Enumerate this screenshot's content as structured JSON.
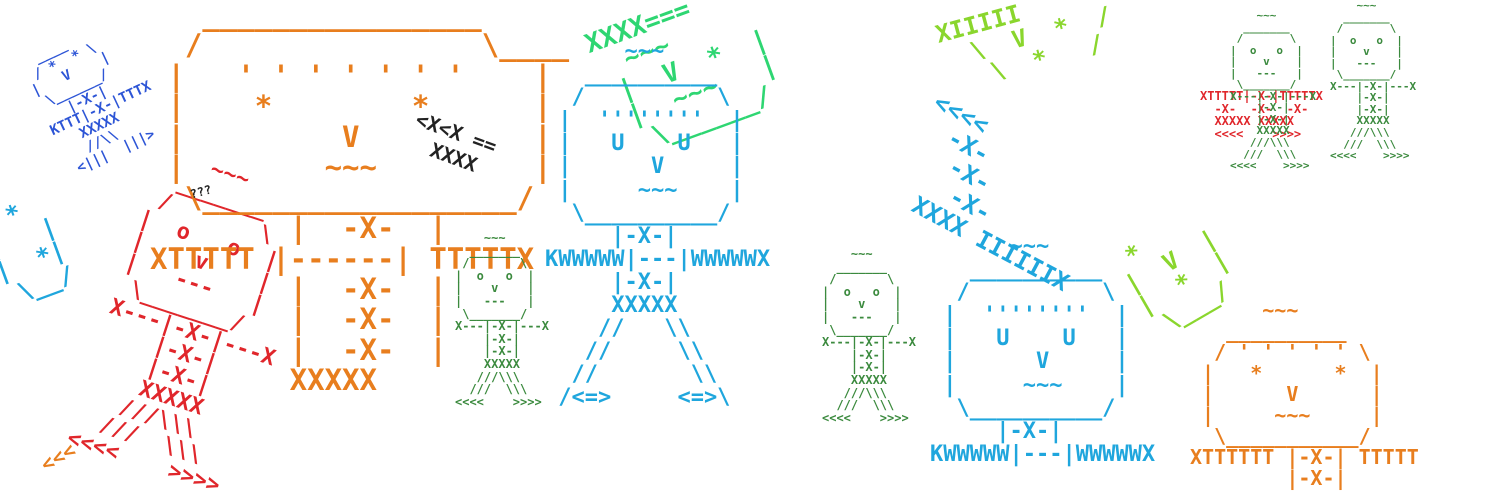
{
  "colors": {
    "orange": "#e87e1e",
    "red": "#e0262b",
    "blue": "#1fa6dd",
    "green": "#2ed672",
    "lime": "#8ad62d",
    "dark_green": "#3b8a3e",
    "navy": "#2d55d6",
    "black": "#222222"
  },
  "robots": {
    "orange_big": "   ________________\n  /                \\____\n |   ' ' ' ' ' ' '    |\n |    *        *      |\n |         V          |\n |        ~~~         |\n  \\__________________/\n        |  -X-  |\nXTTTTT |------| TTTTTX\n        |  -X-  |\n        |  -X-  |\n        |  -X-  |\n        XXXXX",
    "blue_main": "      ~~~\n   __________\n  /          \\\n |  ''''''''  |\n |   U    U   |\n |      V     |\n |     ~~~    |\n  \\__________/\n     |-X-|\nKWWWWW|---|WWWWWX\n     |-X-|\n     XXXXX\n    //   \\\\\n   //     \\\\\n  //       \\\\\n /<=>     <=>\\",
    "blue_right": "      ~~~\n   __________\n  /          \\\n |  ''''''''  |\n |   U    U   |\n |      V     |\n |     ~~~    |\n  \\__________/\n     |-X-|\nKWWWWW|---|WWWWWX",
    "orange_right": "      ~~~\n   __________\n  / ' ' ' ' ' \\\n |   *      *  |\n |      V      |\n |     ~~~     |\n  \\___________/\nXTTTTTT |-X-| TTTTT\n        |-X-|",
    "small_a": "    ~~~\n  _______\n /       \\\n|  o   o  |\n|    v    |\n|   ---   |\n \\_______/\nX---|-X-|---X\n    |-X-|\n    |-X-|\n    XXXXX\n   ///\\\\\\\n  ///  \\\\\\\n<<<<    >>>>",
    "small_b": "    ~~~\n  _______\n /       \\\n|  o   o  |\n|    v    |\n|   ---   |\n \\_______/\nX---|-X-|---X\n    |-X-|\n    |-X-|\n    XXXXX\n   ///\\\\\\\n  ///  \\\\\\\n<<<<    >>>>",
    "tiny_left": "  ____\n / *  * \\\n|   V    |\n \\______/\n   |-X-|\nKTTT|-X-|TTTX\n   XXXXX\n   //\\\\\n <|||  |||>",
    "green_arm": "XXXX===\n  ~~~\n |  V  *  |\n |  ~~~   |\n  \\______/",
    "lime_top": "XIIIII\n  \\  V  *  /\n   \\  *   /",
    "lime_mid": "   *\n  |  V  |\n  |  *  |\n   \\___/",
    "blue_diag": "<<<<\n  -X-\n   -X-\n    -X-\n  XXXX IIIIIIX",
    "left_blue": "  *\n|   |\n|  *|\n \\__/",
    "mini_crowd": "XTTTTT|-X-|TTTTTX\n  -X-  -X-  -X-\n  XXXXX XXXXX\n  <<<<    >>>>"
  },
  "annotations": {
    "crossed": "<X<X ==\n  XXXX",
    "question": "???",
    "arrows_left": "<<<",
    "lines": "|||"
  }
}
